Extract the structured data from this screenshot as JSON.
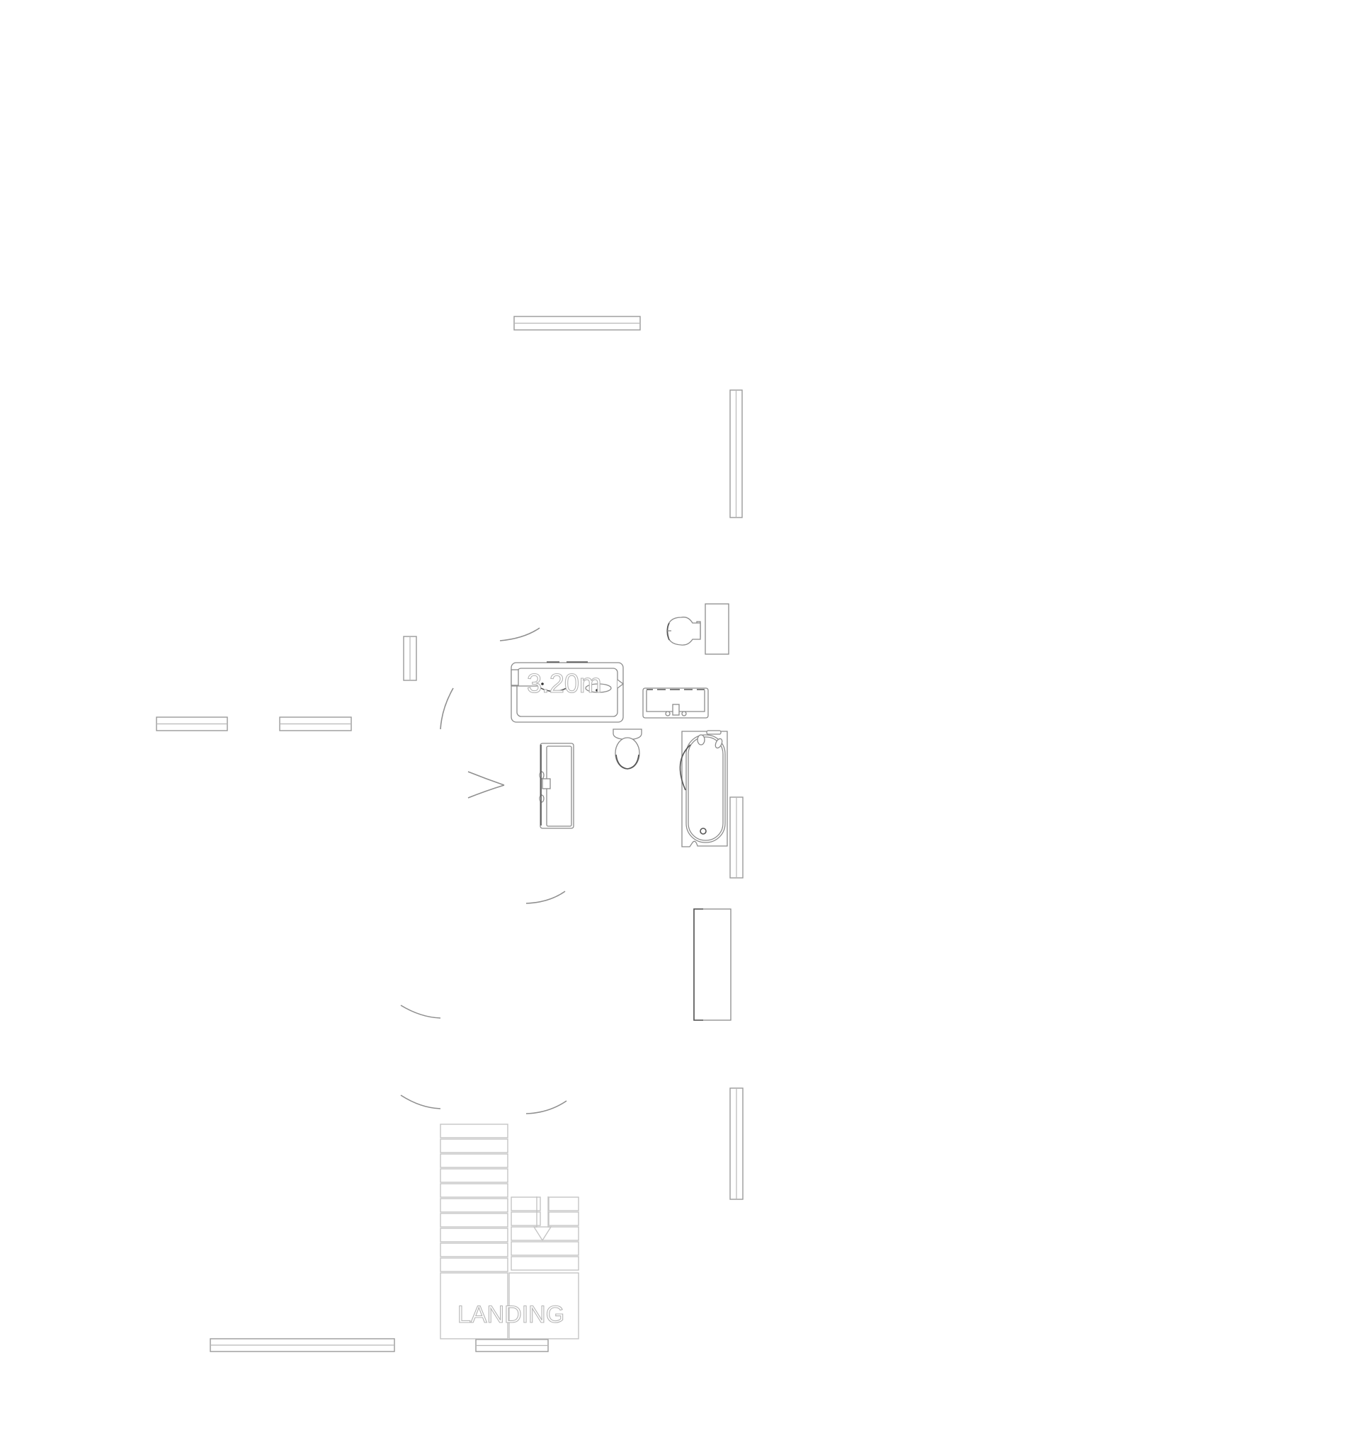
{
  "plan": {
    "dimension_label": "3.20m",
    "stair_label": "LANDING",
    "stair_direction": "down",
    "colors": {
      "background": "#ffffff",
      "wall_stroke": "#9a9a9a",
      "fixture_stroke": "#8c8c8c",
      "stair_stroke": "#c4c4c4",
      "label_stroke": "#b5b5b5"
    },
    "fixtures": [
      "wall-hung-toilet",
      "bathtub",
      "sink",
      "bath-with-shower",
      "vanity-unit",
      "toilet",
      "wardrobe",
      "staircase"
    ]
  }
}
